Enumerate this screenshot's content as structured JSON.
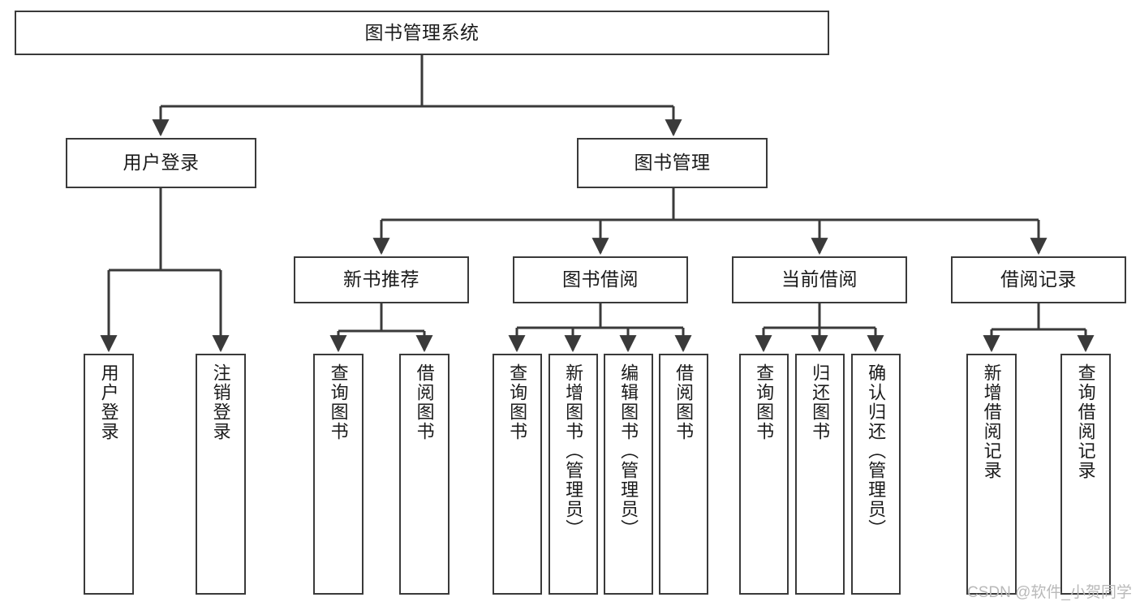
{
  "diagram": {
    "title": "图书管理系统",
    "type": "functional-decomposition-tree",
    "colors": {
      "box_border": "#3a3a3a",
      "box_fill": "#ffffff",
      "edge": "#3a3a3a",
      "text": "#1b1b1b",
      "watermark": "#b9b9b9"
    },
    "nodes": {
      "root": {
        "label": "图书管理系统"
      },
      "level2": [
        {
          "id": "user-login",
          "label": "用户登录"
        },
        {
          "id": "book-management",
          "label": "图书管理"
        }
      ],
      "level3": [
        {
          "id": "new-book-recommend",
          "label": "新书推荐"
        },
        {
          "id": "book-borrow",
          "label": "图书借阅"
        },
        {
          "id": "current-borrow",
          "label": "当前借阅"
        },
        {
          "id": "borrow-record",
          "label": "借阅记录"
        }
      ],
      "leaves": {
        "user_login": [
          {
            "id": "leaf-user-login",
            "label": "用户登录"
          },
          {
            "id": "leaf-logout-login",
            "label": "注销登录"
          }
        ],
        "new_book_recommend": [
          {
            "id": "leaf-query-book-1",
            "label": "查询图书"
          },
          {
            "id": "leaf-borrow-book-1",
            "label": "借阅图书"
          }
        ],
        "book_borrow": [
          {
            "id": "leaf-query-book-2",
            "label": "查询图书"
          },
          {
            "id": "leaf-add-book",
            "label": "新增图书（管理员）"
          },
          {
            "id": "leaf-edit-book",
            "label": "编辑图书（管理员）"
          },
          {
            "id": "leaf-borrow-book-2",
            "label": "借阅图书"
          }
        ],
        "current_borrow": [
          {
            "id": "leaf-query-book-3",
            "label": "查询图书"
          },
          {
            "id": "leaf-return-book",
            "label": "归还图书"
          },
          {
            "id": "leaf-confirm-return",
            "label": "确认归还（管理员）"
          }
        ],
        "borrow_record": [
          {
            "id": "leaf-add-record",
            "label": "新增借阅记录"
          },
          {
            "id": "leaf-query-record",
            "label": "查询借阅记录"
          }
        ]
      }
    },
    "watermark": "CSDN @软件_小贺同学"
  }
}
